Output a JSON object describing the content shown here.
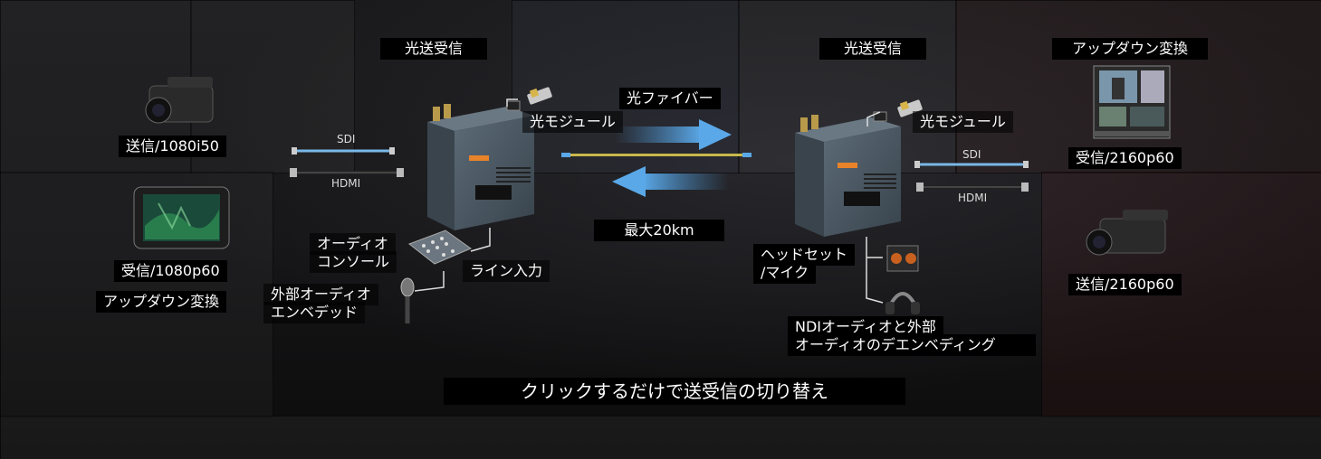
{
  "labels": {
    "trans_left": "光送受信",
    "trans_right": "光送受信",
    "updown_top_right": "アップダウン変換",
    "send_1080i50": "送信/1080i50",
    "recv_1080p60": "受信/1080p60",
    "updown_left": "アップダウン変換",
    "recv_2160p60": "受信/2160p60",
    "send_2160p60": "送信/2160p60",
    "fiber": "光ファイバー",
    "max_distance": "最大20km",
    "optical_module_left": "光モジュール",
    "optical_module_right": "光モジュール",
    "audio_console_line1": "オーディオ",
    "audio_console_line2": "コンソール",
    "line_input": "ライン入力",
    "ext_audio_line1": "外部オーディオ",
    "ext_audio_line2": "エンベデッド",
    "headset_line1": "ヘッドセット",
    "headset_line2": "/マイク",
    "ndi_line1": "NDIオーディオと外部",
    "ndi_line2": "オーディオのデエンベディング",
    "sdi_left": "SDI",
    "hdmi_left": "HDMI",
    "sdi_right": "SDI",
    "hdmi_right": "HDMI",
    "bottom_caption": "クリックするだけで送受信の切り替え"
  },
  "colors": {
    "arrow_blue": "#4a90c8",
    "device_body": "#4d5b66",
    "accent_orange": "#e8832a",
    "cable_sdi": "#7ab8e8",
    "cable_fiber": "#c8b84a"
  }
}
